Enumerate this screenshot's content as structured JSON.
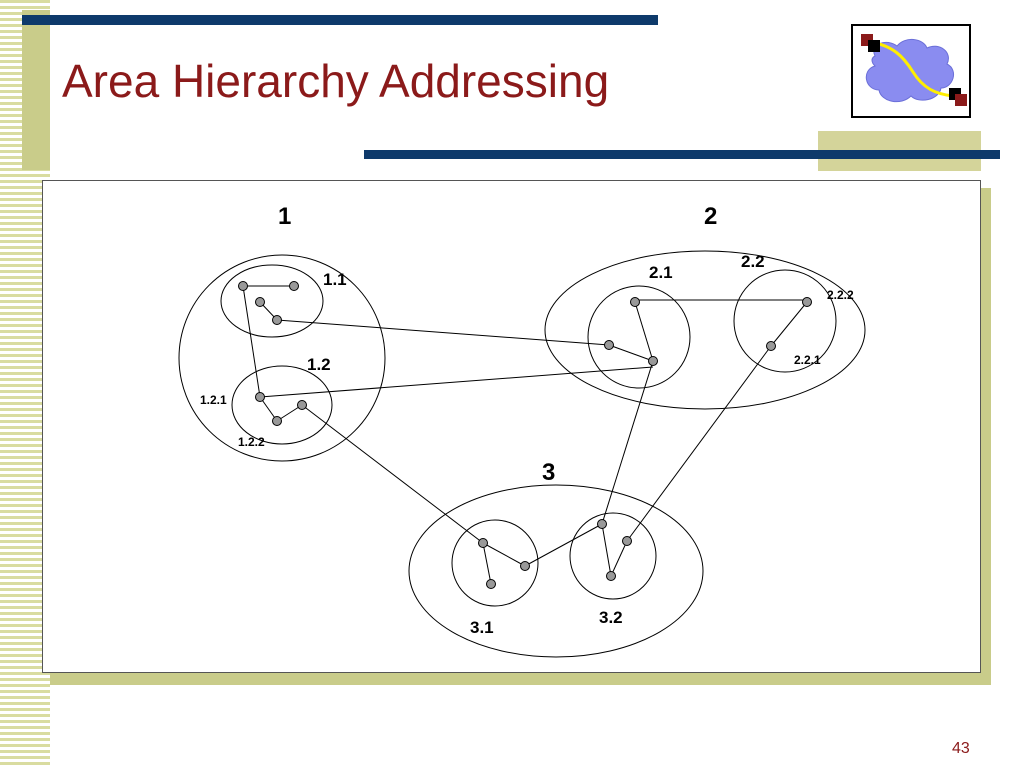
{
  "slide": {
    "title": "Area Hierarchy Addressing",
    "page_number": "43",
    "colors": {
      "title": "#8b1a1a",
      "bars": "#0e3a6b",
      "accent": "#d4d49a",
      "node_fill": "#999999"
    }
  },
  "logo": {
    "icon": "network-cloud-icon"
  },
  "diagram": {
    "areas": {
      "a1": "1",
      "a2": "2",
      "a3": "3"
    },
    "subareas": {
      "s11": "1.1",
      "s12": "1.2",
      "s21": "2.1",
      "s22": "2.2",
      "s31": "3.1",
      "s32": "3.2"
    },
    "nodes": {
      "n121": "1.2.1",
      "n122": "1.2.2",
      "n221": "2.2.1",
      "n222": "2.2.2"
    }
  }
}
